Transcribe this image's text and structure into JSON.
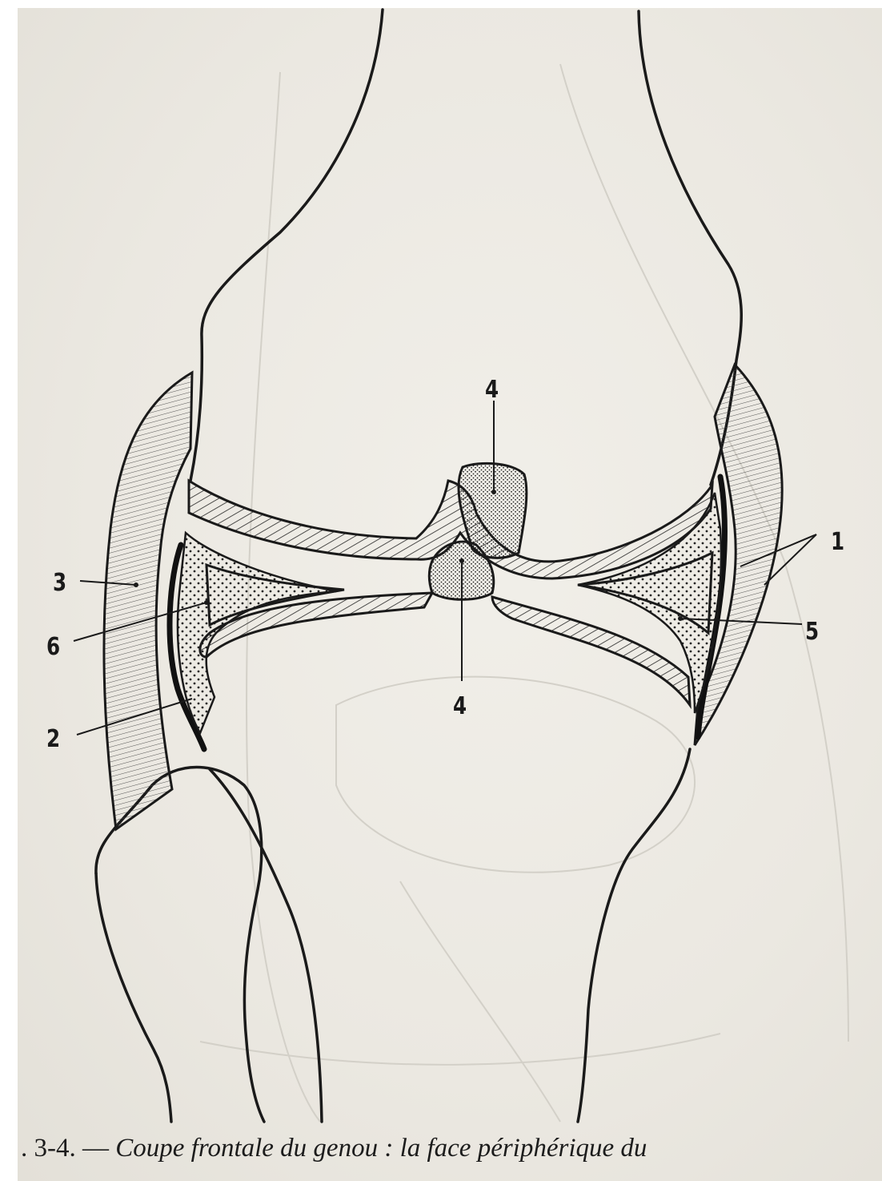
{
  "labels": {
    "l1": "1",
    "l2": "2",
    "l3": "3",
    "l4_top": "4",
    "l4_bottom": "4",
    "l5": "5",
    "l6": "6"
  },
  "caption": {
    "number": ". 3-4. — ",
    "text": "Coupe frontale du genou : la face périphérique du"
  }
}
